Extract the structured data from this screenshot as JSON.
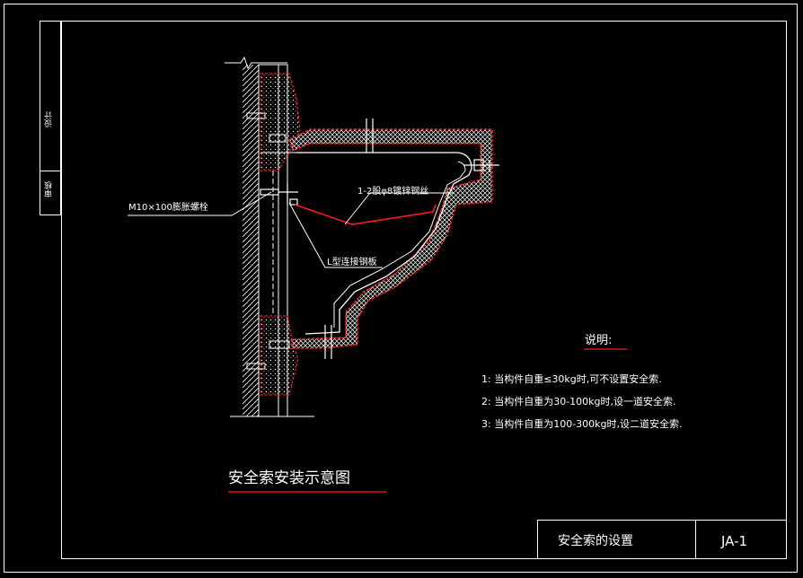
{
  "sidebar": {
    "cell1": "设计",
    "cell2": "审核"
  },
  "labels": {
    "bolt": "M10×100膨胀螺栓",
    "wire": "1-2股φ8镀锌钢丝",
    "plate": "L型连接钢板"
  },
  "notes": {
    "heading": "说明:",
    "items": [
      "1: 当构件自重≤30kg时,可不设置安全索.",
      "2: 当构件自重为30-100kg时,设一道安全索.",
      "3: 当构件自重为100-300kg时,设二道安全索."
    ]
  },
  "drawing_title": "安全索安装示意图",
  "title_block": {
    "name": "安全索的设置",
    "code": "JA-1"
  },
  "colors": {
    "background": "#000000",
    "line": "#ffffff",
    "accent": "#ff1a1a"
  }
}
